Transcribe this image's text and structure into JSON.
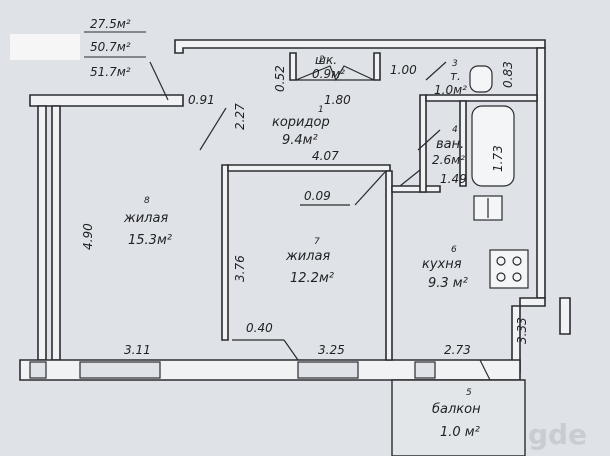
{
  "totals": {
    "living": "27.5м²",
    "general": "50.7м²",
    "total": "51.7м²"
  },
  "rooms": {
    "corridor": {
      "number": "1",
      "name": "коридор",
      "area": "9.4м²"
    },
    "closet": {
      "number": "2",
      "name": "шк.",
      "area": "0.9м²"
    },
    "toilet": {
      "number": "3",
      "name": "т.",
      "area": "1.0м²"
    },
    "bath": {
      "number": "4",
      "name": "ван.",
      "area": "2.6м²"
    },
    "kitchen": {
      "number": "6",
      "name": "кухня",
      "area": "9.3 м²"
    },
    "living_left": {
      "number": "8",
      "name": "жилая",
      "area": "15.3м²"
    },
    "living_mid": {
      "number": "7",
      "name": "жилая",
      "area": "12.2м²"
    },
    "balcony": {
      "number": "5",
      "name": "балкон",
      "area": "1.0 м²"
    }
  },
  "dimensions": {
    "d_052": "0.52",
    "d_100": "1.00",
    "d_083": "0.83",
    "d_180": "1.80",
    "d_091": "0.91",
    "d_227": "2.27",
    "d_407": "4.07",
    "d_173": "1.73",
    "d_149": "1.49",
    "d_009": "0.09",
    "d_490": "4.90",
    "d_376": "3.76",
    "d_040": "0.40",
    "d_311": "3.11",
    "d_325": "3.25",
    "d_273": "2.73",
    "d_333": "3.33"
  },
  "watermark": "gde",
  "colors": {
    "paper": "#dfe2e6",
    "ink": "#2a2c30",
    "wall": "#f1f2f4"
  }
}
